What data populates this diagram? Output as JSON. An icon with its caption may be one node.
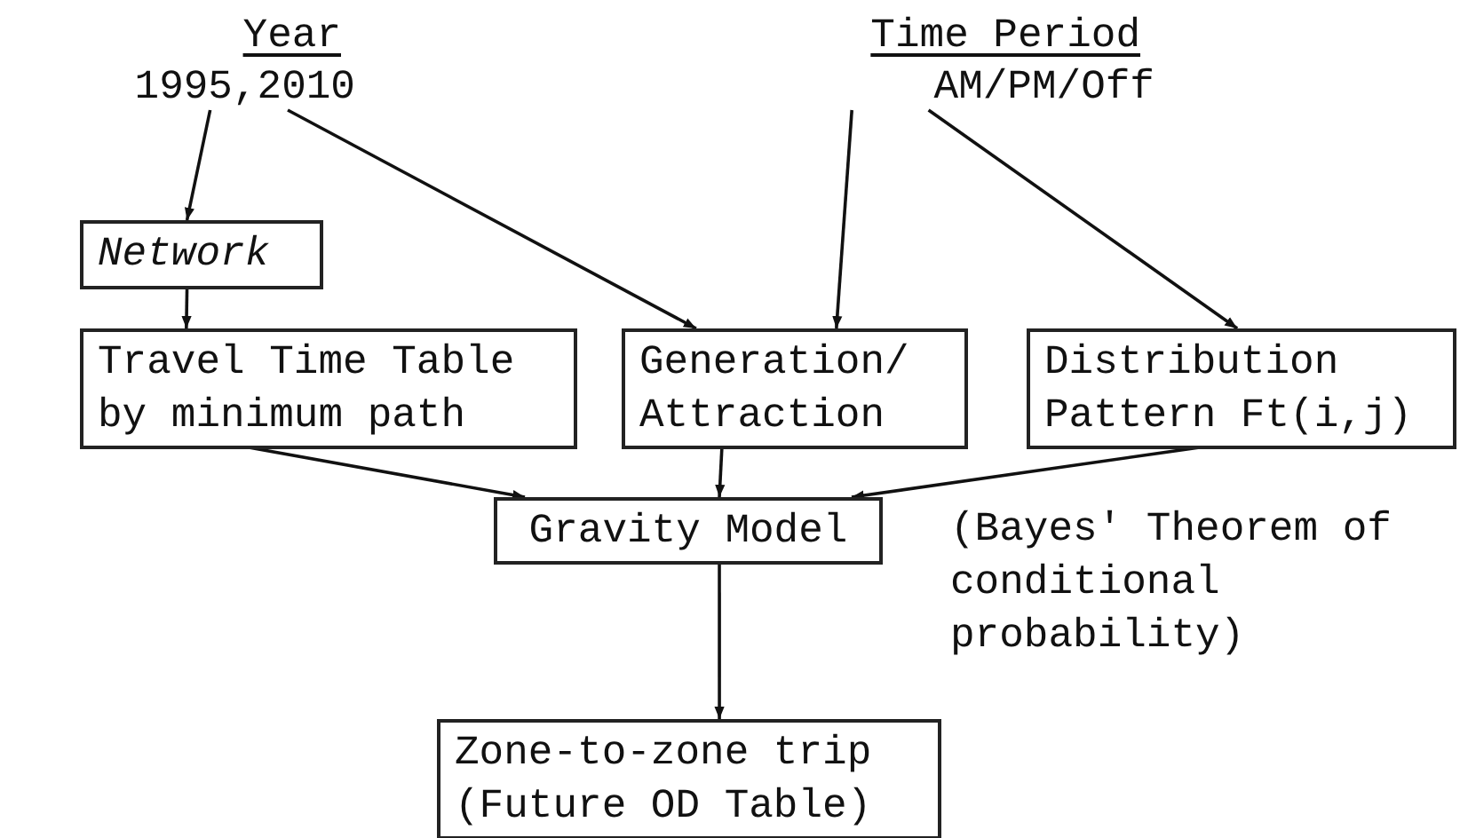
{
  "diagram": {
    "nodes": [
      {
        "text": [
          "Year",
          "1995,2010"
        ]
      },
      {
        "text": [
          "Time Period",
          "AM/PM/Off"
        ]
      },
      {
        "text": [
          "Network"
        ]
      },
      {
        "text": [
          "Travel Time Table by minimum path"
        ]
      },
      {
        "text": [
          "Generation/ Attraction"
        ]
      },
      {
        "text": [
          "Distribution Pattern Ft(i,j)"
        ]
      },
      {
        "text": [
          "Gravity Model"
        ],
        "beside": [
          "(Bayes' Theorem of conditional probability)"
        ]
      },
      {
        "text": [
          "Zone-to-zone trip",
          "(Future OD Table)"
        ]
      }
    ],
    "edges": [
      {
        "from": 0,
        "to": 2,
        "arrow": "to"
      },
      {
        "from": 0,
        "to": 4,
        "arrow": "to"
      },
      {
        "from": 1,
        "to": 4,
        "arrow": "to"
      },
      {
        "from": 1,
        "to": 5,
        "arrow": "to"
      },
      {
        "from": 2,
        "to": 3,
        "arrow": "to"
      },
      {
        "from": 3,
        "to": 6,
        "arrow": "to"
      },
      {
        "from": 4,
        "to": 6,
        "arrow": "to"
      },
      {
        "from": 5,
        "to": 6,
        "arrow": "to"
      },
      {
        "from": 6,
        "to": 7,
        "arrow": "to"
      }
    ]
  }
}
